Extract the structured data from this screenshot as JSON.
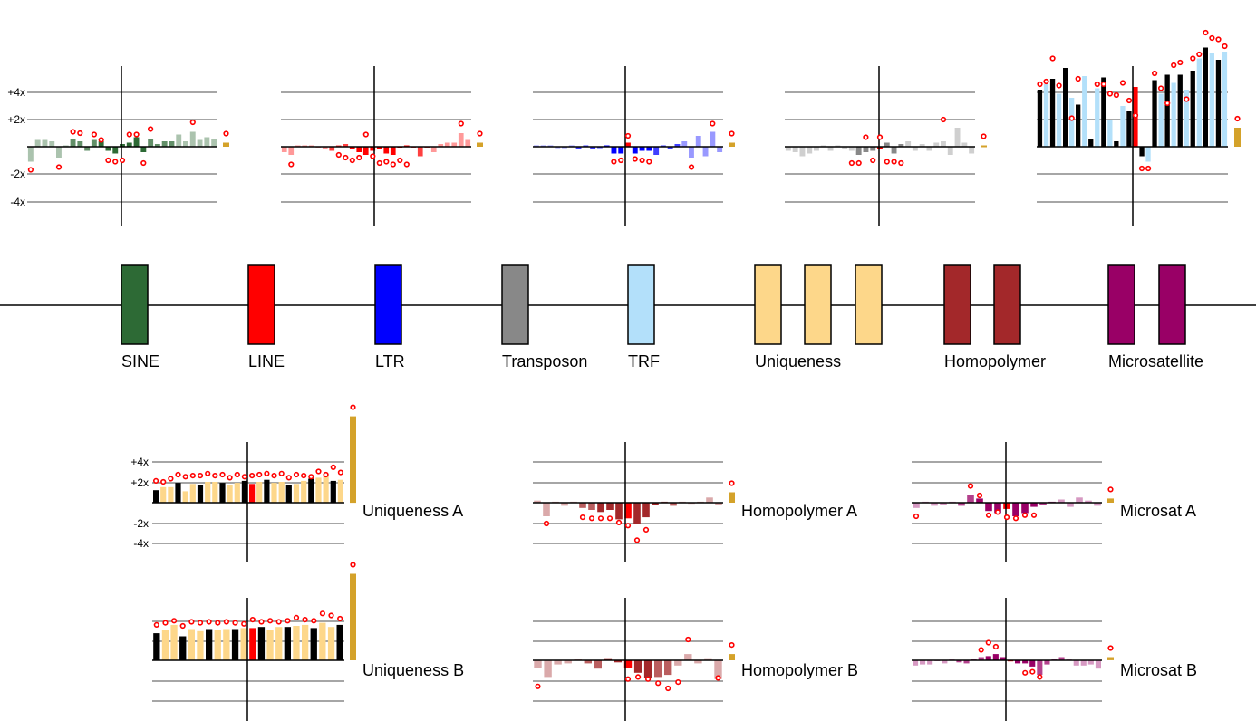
{
  "colors": {
    "SINE": "#2d6a35",
    "LINE": "#ff0000",
    "LTR": "#0000ff",
    "Transposon": "#888888",
    "TRF": "#b3e0fa",
    "Uniqueness": "#fdd78a",
    "Homopolymer": "#a3282a",
    "Microsatellite": "#990066",
    "summary": "#d4a22a",
    "point": "#ff0000",
    "axis": "#000000",
    "grid": "#888888"
  },
  "track": {
    "features": [
      {
        "label": "SINE",
        "color_key": "SINE"
      },
      {
        "label": "LINE",
        "color_key": "LINE"
      },
      {
        "label": "LTR",
        "color_key": "LTR"
      },
      {
        "label": "Transposon",
        "color_key": "Transposon"
      },
      {
        "label": "TRF",
        "color_key": "TRF"
      },
      {
        "label": "Uniqueness",
        "color_key": "Uniqueness"
      },
      {
        "label": "Uniqueness",
        "color_key": "Uniqueness",
        "unlabeled": true
      },
      {
        "label": "Uniqueness",
        "color_key": "Uniqueness",
        "unlabeled": true
      },
      {
        "label": "Homopolymer",
        "color_key": "Homopolymer"
      },
      {
        "label": "Homopolymer",
        "color_key": "Homopolymer",
        "unlabeled": true
      },
      {
        "label": "Microsatellite",
        "color_key": "Microsatellite"
      },
      {
        "label": "Microsatellite",
        "color_key": "Microsatellite",
        "unlabeled": true
      }
    ]
  },
  "chart_data": [
    {
      "type": "bar",
      "name": "SINE",
      "color_key": "SINE",
      "tick_labels": [
        "+4x",
        "+2x",
        "-2x",
        "-4x"
      ],
      "ylim": [
        -5,
        5
      ],
      "values": [
        -1.1,
        0.5,
        0.5,
        0.4,
        -0.8,
        0.1,
        0.6,
        0.4,
        -0.3,
        0.5,
        0.4,
        -0.3,
        -0.5,
        0.2,
        0.3,
        0.7,
        -0.4,
        0.6,
        0.2,
        0.4,
        0.4,
        0.9,
        0.4,
        1.1,
        0.5,
        0.7,
        0.6
      ],
      "points": [
        -1.7,
        null,
        null,
        null,
        -1.5,
        null,
        1.1,
        1.0,
        null,
        0.9,
        0.5,
        -1.0,
        -1.1,
        -1.0,
        0.9,
        0.9,
        -1.2,
        1.3,
        null,
        null,
        null,
        null,
        null,
        1.8,
        null,
        null,
        null
      ],
      "summary": 0.3
    },
    {
      "type": "bar",
      "name": "LINE",
      "color_key": "LINE",
      "tick_labels": [],
      "ylim": [
        -5,
        5
      ],
      "values": [
        -0.4,
        -0.6,
        0.1,
        0.1,
        0.1,
        0.0,
        -0.2,
        -0.3,
        0.1,
        0.2,
        -0.2,
        -0.4,
        -0.6,
        -0.3,
        -0.2,
        -0.5,
        -0.6,
        0.0,
        0.1,
        0.0,
        -0.7,
        0.0,
        -0.4,
        0.2,
        0.3,
        0.3,
        1.0,
        0.5
      ],
      "points": [
        null,
        -1.3,
        null,
        null,
        null,
        null,
        null,
        null,
        -0.6,
        -0.8,
        -1.0,
        -0.8,
        0.9,
        -0.7,
        -1.2,
        -1.1,
        -1.3,
        -1.0,
        -1.3,
        null,
        null,
        null,
        null,
        null,
        null,
        null,
        1.7,
        null
      ],
      "summary": 0.3
    },
    {
      "type": "bar",
      "name": "LTR",
      "color_key": "LTR",
      "tick_labels": [],
      "ylim": [
        -5,
        5
      ],
      "values": [
        0.1,
        0.1,
        0.1,
        -0.1,
        -0.1,
        0.1,
        -0.2,
        0.1,
        -0.2,
        -0.1,
        0.1,
        -0.5,
        -0.5,
        0.3,
        -0.5,
        -0.3,
        -0.3,
        -0.6,
        0.1,
        -0.2,
        0.2,
        0.4,
        -0.8,
        0.8,
        -0.7,
        1.1,
        -0.4
      ],
      "points": [
        null,
        null,
        null,
        null,
        null,
        null,
        null,
        null,
        null,
        null,
        null,
        -1.1,
        -1.0,
        0.8,
        -0.9,
        -1.0,
        -1.1,
        null,
        null,
        null,
        null,
        null,
        -1.5,
        null,
        null,
        1.7,
        null
      ],
      "summary": 0.3
    },
    {
      "type": "bar",
      "name": "Transposon",
      "color_key": "Transposon",
      "tick_labels": [],
      "ylim": [
        -5,
        5
      ],
      "values": [
        -0.3,
        -0.4,
        -0.7,
        -0.5,
        -0.3,
        0.1,
        -0.3,
        0.1,
        -0.2,
        -0.3,
        -0.6,
        -0.4,
        -0.3,
        -0.2,
        0.3,
        -0.5,
        0.2,
        0.4,
        -0.3,
        0.2,
        -0.3,
        0.3,
        0.4,
        -0.6,
        1.4,
        0.3,
        -0.5
      ],
      "points": [
        null,
        null,
        null,
        null,
        null,
        null,
        null,
        null,
        null,
        -1.2,
        -1.2,
        0.7,
        -1.0,
        0.7,
        -1.1,
        -1.1,
        -1.2,
        null,
        null,
        null,
        null,
        null,
        2.0,
        null,
        null,
        null,
        null
      ],
      "summary": 0.1
    },
    {
      "type": "bar",
      "name": "TRF",
      "color_key": "TRF",
      "tick_labels": [],
      "ylim": [
        -3,
        10
      ],
      "values": [
        4.2,
        4.6,
        5.0,
        3.9,
        5.8,
        3.6,
        3.1,
        5.2,
        0.6,
        4.3,
        5.1,
        2.0,
        0.4,
        3.0,
        2.6,
        4.4,
        -0.7,
        -1.1,
        4.9,
        3.9,
        5.3,
        4.7,
        5.3,
        4.2,
        5.6,
        6.5,
        7.3,
        6.9,
        6.4,
        7.0
      ],
      "points": [
        4.6,
        4.8,
        6.5,
        4.5,
        null,
        2.1,
        5.0,
        null,
        null,
        4.6,
        4.6,
        3.9,
        3.8,
        4.7,
        3.4,
        2.3,
        -1.6,
        -1.6,
        5.4,
        4.3,
        3.2,
        6.0,
        6.2,
        3.5,
        6.5,
        6.8,
        8.4,
        8.0,
        7.9,
        7.4
      ],
      "summary": 1.4
    },
    {
      "type": "bar",
      "name": "Uniqueness A",
      "color_key": "Uniqueness",
      "label": "Uniqueness A",
      "tick_labels": [
        "+4x",
        "+2x",
        "-2x",
        "-4x"
      ],
      "ylim": [
        -5,
        5
      ],
      "values": [
        1.2,
        1.5,
        1.5,
        1.9,
        1.1,
        1.8,
        1.7,
        2.0,
        2.0,
        1.9,
        1.7,
        1.9,
        2.1,
        1.8,
        2.0,
        2.2,
        1.9,
        2.0,
        1.7,
        1.8,
        2.1,
        2.3,
        2.4,
        2.6,
        2.1,
        2.2
      ],
      "points": [
        2.1,
        2.0,
        2.3,
        2.7,
        2.5,
        2.6,
        2.6,
        2.8,
        2.6,
        2.7,
        2.4,
        2.7,
        2.5,
        2.6,
        2.7,
        2.8,
        2.6,
        2.8,
        2.4,
        2.7,
        2.6,
        2.5,
        3.0,
        2.7,
        3.4,
        2.9
      ],
      "summary": 8.3
    },
    {
      "type": "bar",
      "name": "Homopolymer A",
      "color_key": "Homopolymer",
      "label": "Homopolymer A",
      "tick_labels": [],
      "ylim": [
        -5,
        5
      ],
      "values": [
        0.2,
        -1.3,
        0.1,
        -0.3,
        0.1,
        -0.5,
        -0.7,
        -0.9,
        -0.7,
        -1.6,
        -1.5,
        -2.0,
        -1.4,
        -0.2,
        0.1,
        -0.3,
        0.1,
        -0.1,
        0.1,
        0.5,
        -0.2
      ],
      "points": [
        null,
        -2.0,
        null,
        null,
        null,
        -1.4,
        -1.5,
        -1.5,
        -1.5,
        -1.9,
        -2.2,
        -3.6,
        -2.6,
        null,
        null,
        null,
        null,
        null,
        null,
        null,
        null
      ],
      "summary": 1.0
    },
    {
      "type": "bar",
      "name": "Microsat A",
      "color_key": "Microsatellite",
      "label": "Microsat A",
      "tick_labels": [],
      "ylim": [
        -5,
        5
      ],
      "values": [
        -0.5,
        0.1,
        -0.3,
        -0.2,
        0.1,
        -0.3,
        0.7,
        0.4,
        -0.8,
        -1.0,
        -0.6,
        -1.3,
        -1.0,
        -0.4,
        -0.2,
        0.1,
        0.3,
        -0.4,
        0.5,
        0.2,
        -0.3
      ],
      "points": [
        -1.3,
        null,
        null,
        null,
        null,
        null,
        1.6,
        0.7,
        -1.2,
        -0.9,
        -1.4,
        -1.5,
        -1.2,
        -1.2,
        null,
        null,
        null,
        null,
        null,
        null,
        null
      ],
      "summary": 0.4
    },
    {
      "type": "bar",
      "name": "Uniqueness B",
      "color_key": "Uniqueness",
      "label": "Uniqueness B",
      "tick_labels": [],
      "ylim": [
        -5,
        5
      ],
      "values": [
        2.6,
        2.9,
        3.4,
        2.3,
        3.0,
        2.8,
        3.0,
        2.9,
        3.0,
        3.0,
        3.1,
        3.1,
        3.2,
        2.9,
        3.2,
        3.2,
        3.3,
        3.4,
        3.1,
        3.6,
        3.2,
        3.4
      ],
      "points": [
        3.4,
        3.6,
        3.8,
        3.3,
        3.7,
        3.6,
        3.7,
        3.6,
        3.7,
        3.6,
        3.5,
        3.9,
        3.7,
        3.8,
        3.7,
        3.8,
        4.1,
        3.9,
        3.8,
        4.5,
        4.3,
        4.0
      ],
      "summary": 8.3
    },
    {
      "type": "bar",
      "name": "Homopolymer B",
      "color_key": "Homopolymer",
      "label": "Homopolymer B",
      "tick_labels": [],
      "ylim": [
        -5,
        5
      ],
      "values": [
        -0.7,
        -1.6,
        -0.4,
        -0.3,
        0.1,
        -0.3,
        -0.8,
        0.2,
        -0.2,
        -0.7,
        -1.2,
        -1.7,
        -1.6,
        -1.4,
        -0.5,
        0.6,
        -0.3,
        0.2,
        -1.8
      ],
      "points": [
        -2.5,
        null,
        null,
        null,
        null,
        null,
        null,
        null,
        null,
        -1.8,
        -1.6,
        -1.8,
        -2.2,
        -2.7,
        -2.1,
        2.0,
        null,
        null,
        -1.7
      ],
      "summary": 0.6
    },
    {
      "type": "bar",
      "name": "Microsat B",
      "color_key": "Microsatellite",
      "label": "Microsat B",
      "tick_labels": [],
      "ylim": [
        -5,
        5
      ],
      "values": [
        -0.5,
        -0.4,
        -0.4,
        0.0,
        -0.3,
        0.1,
        -0.2,
        -0.3,
        0.1,
        0.3,
        0.4,
        0.6,
        0.3,
        -0.1,
        -0.3,
        -0.3,
        -0.6,
        -1.4,
        -0.4,
        0.1,
        0.3,
        0.1,
        -0.5,
        -0.5,
        -0.4,
        -0.8
      ],
      "points": [
        null,
        null,
        null,
        null,
        null,
        null,
        null,
        null,
        null,
        1.0,
        1.7,
        1.3,
        null,
        null,
        null,
        -1.2,
        -1.1,
        -1.6,
        null,
        null,
        null,
        null,
        null,
        null,
        null,
        null
      ],
      "summary": 0.3
    }
  ]
}
